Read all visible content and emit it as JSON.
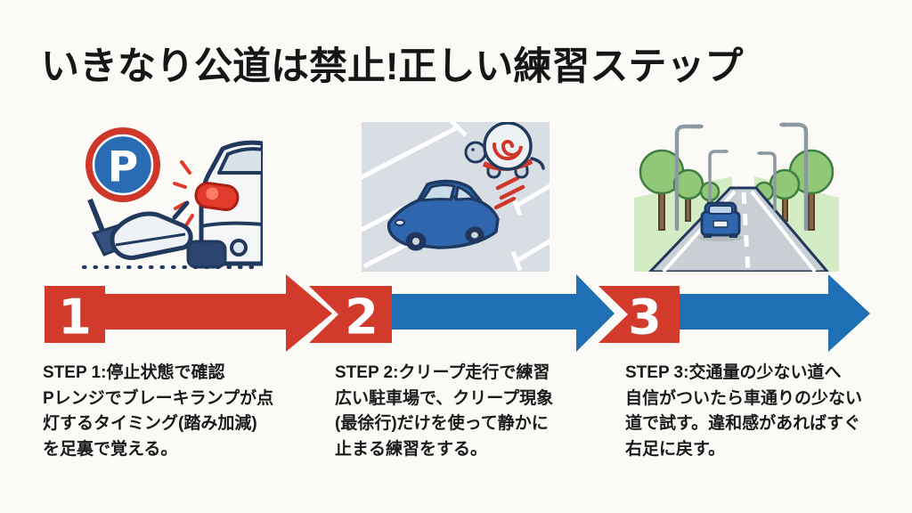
{
  "title": "いきなり公道は禁止!正しい練習ステップ",
  "colors": {
    "red": "#d23a2c",
    "blue": "#1e6fb4",
    "navy": "#22395e",
    "white": "#ffffff"
  },
  "timeline": {
    "milestones": [
      {
        "number": "1"
      },
      {
        "number": "2"
      },
      {
        "number": "3"
      }
    ]
  },
  "illustrations": {
    "step1": {
      "name": "brake-pedal-and-tail-lamp",
      "parking_sign_letter": "P"
    },
    "step2": {
      "name": "creep-driving-in-parking-lot"
    },
    "step3": {
      "name": "quiet-tree-lined-road"
    }
  },
  "steps": [
    {
      "heading": "STEP 1:停止状態で確認",
      "body_lines": [
        "Pレンジでブレーキランプが点",
        "灯するタイミング(踏み加減)",
        "を足裏で覚える。"
      ]
    },
    {
      "heading": "STEP 2:クリープ走行で練習",
      "body_lines": [
        "広い駐車場で、クリープ現象",
        "(最徐行)だけを使って静かに",
        "止まる練習をする。"
      ]
    },
    {
      "heading": "STEP 3:交通量の少ない道へ",
      "body_lines": [
        "自信がついたら車通りの少ない",
        "道で試す。違和感があればすぐ",
        "右足に戻す。"
      ]
    }
  ]
}
